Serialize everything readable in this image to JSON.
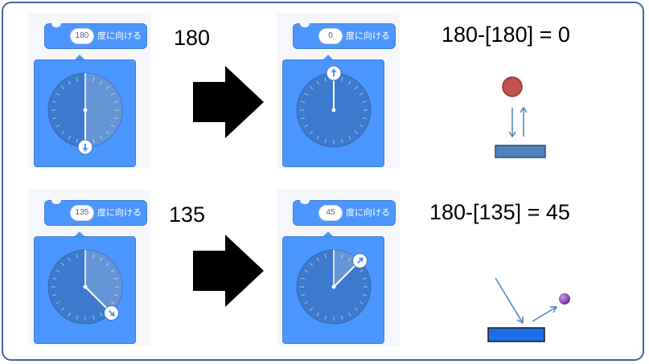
{
  "block_label": "度に向ける",
  "rows": [
    {
      "input": {
        "value": "180"
      },
      "output": {
        "value": "0"
      },
      "value_label": "180",
      "equation": "180-[180] = 0",
      "before_direction": 180,
      "after_direction": 0
    },
    {
      "input": {
        "value": "135"
      },
      "output": {
        "value": "45"
      },
      "value_label": "135",
      "equation": "180-[135] = 45",
      "before_direction": 135,
      "after_direction": 45
    }
  ],
  "colors": {
    "block_blue": "#4c97ff",
    "dial_blue": "#3d79cc",
    "border": "#41679a",
    "paddle": "#4f81bd",
    "paddle_bright": "#1e6ee8",
    "ball_red": "#c0504d",
    "ball_purple": "#7030a0"
  }
}
